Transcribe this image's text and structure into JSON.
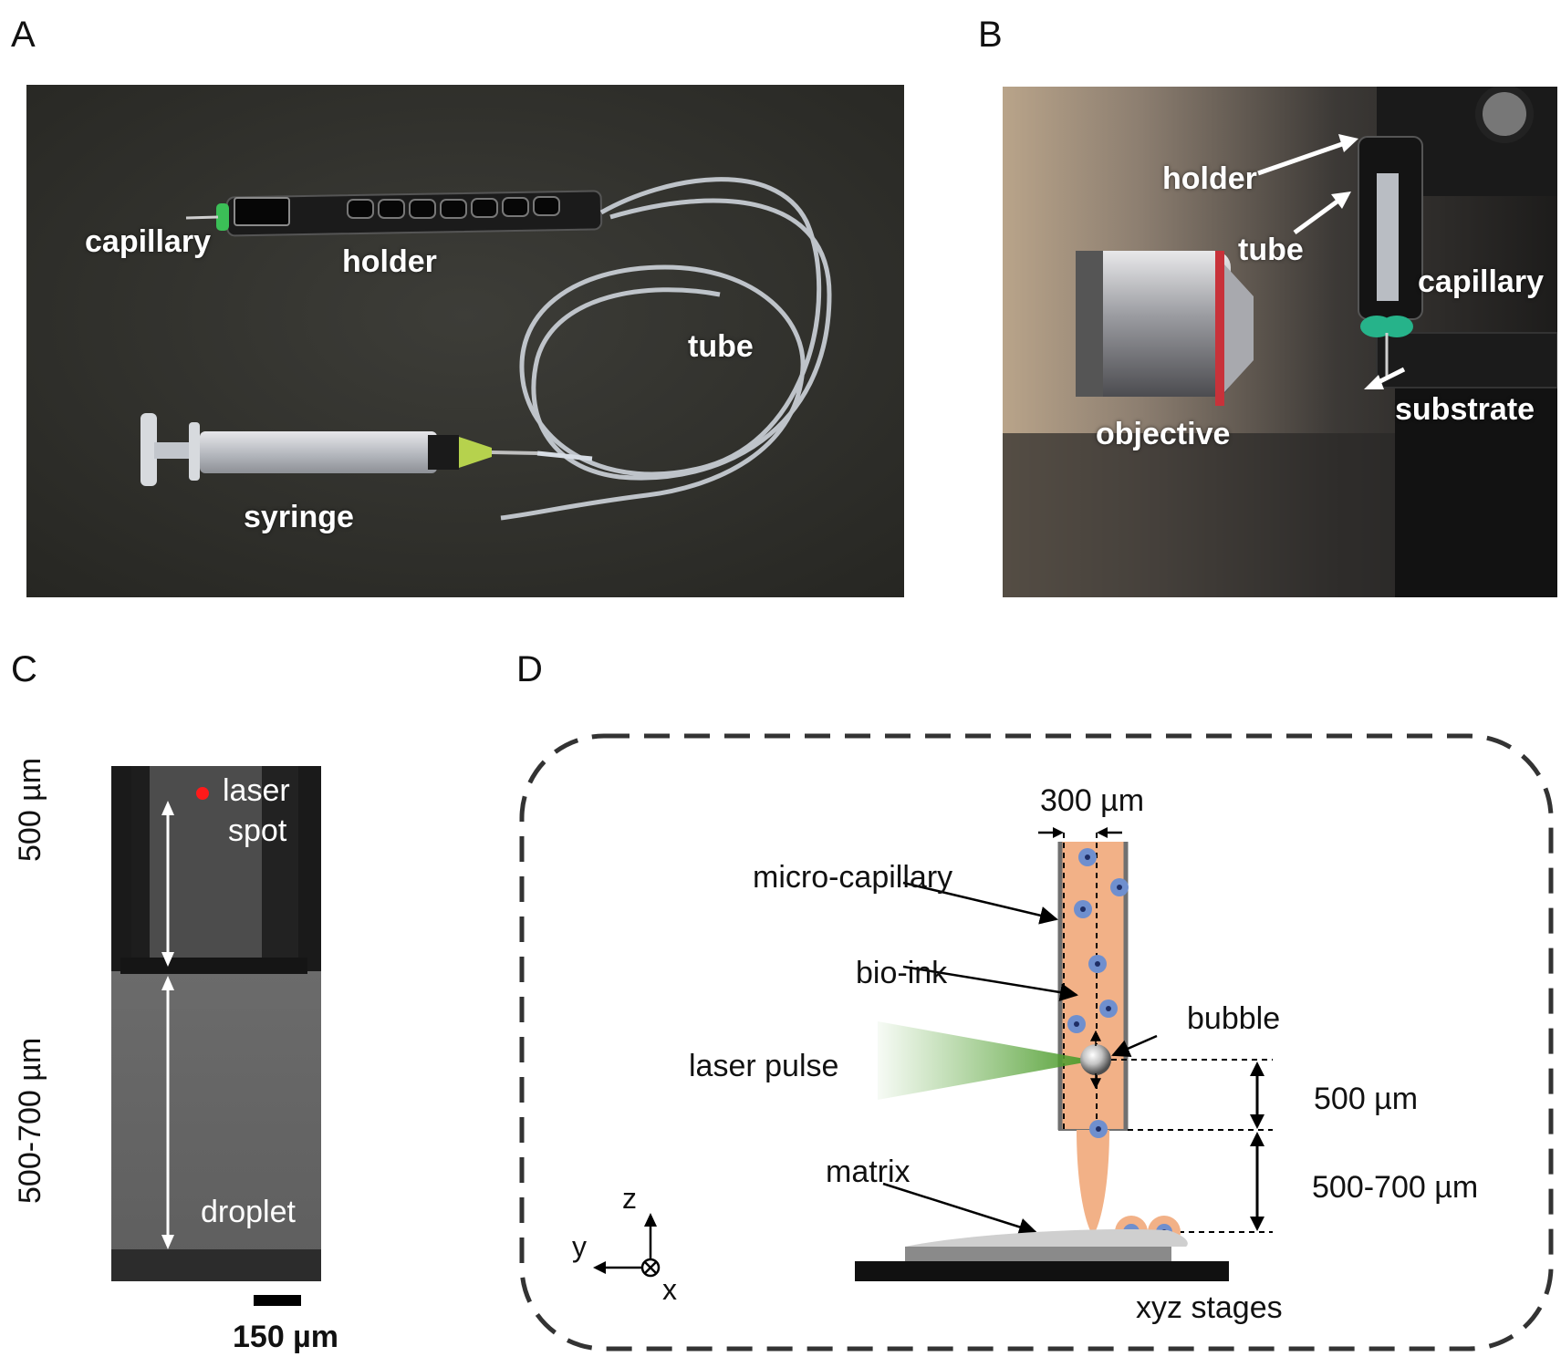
{
  "panels": {
    "a": {
      "letter": "A",
      "labels": {
        "capillary": "capillary",
        "holder": "holder",
        "tube": "tube",
        "syringe": "syringe"
      }
    },
    "b": {
      "letter": "B",
      "labels": {
        "holder": "holder",
        "tube": "tube",
        "capillary": "capillary",
        "substrate": "substrate",
        "objective": "objective"
      }
    },
    "c": {
      "letter": "C",
      "labels": {
        "laser_spot_line1": "laser",
        "laser_spot_line2": "spot",
        "droplet": "droplet"
      },
      "dimension_upper": "500 µm",
      "dimension_lower": "500-700 µm",
      "scale_bar": "150 µm"
    },
    "d": {
      "letter": "D",
      "labels": {
        "width": "300 µm",
        "micro_capillary": "micro-capillary",
        "bio_ink": "bio-ink",
        "bubble": "bubble",
        "laser_pulse": "laser pulse",
        "gap_upper": "500 µm",
        "gap_lower": "500-700 µm",
        "matrix": "matrix",
        "stages": "xyz stages"
      },
      "axes": {
        "z": "z",
        "y": "y",
        "x": "x"
      },
      "colors": {
        "bio_ink": "#f2b187",
        "cell": "#6f8fce",
        "laser": "#5aa83a",
        "stage": "#111111"
      }
    }
  }
}
